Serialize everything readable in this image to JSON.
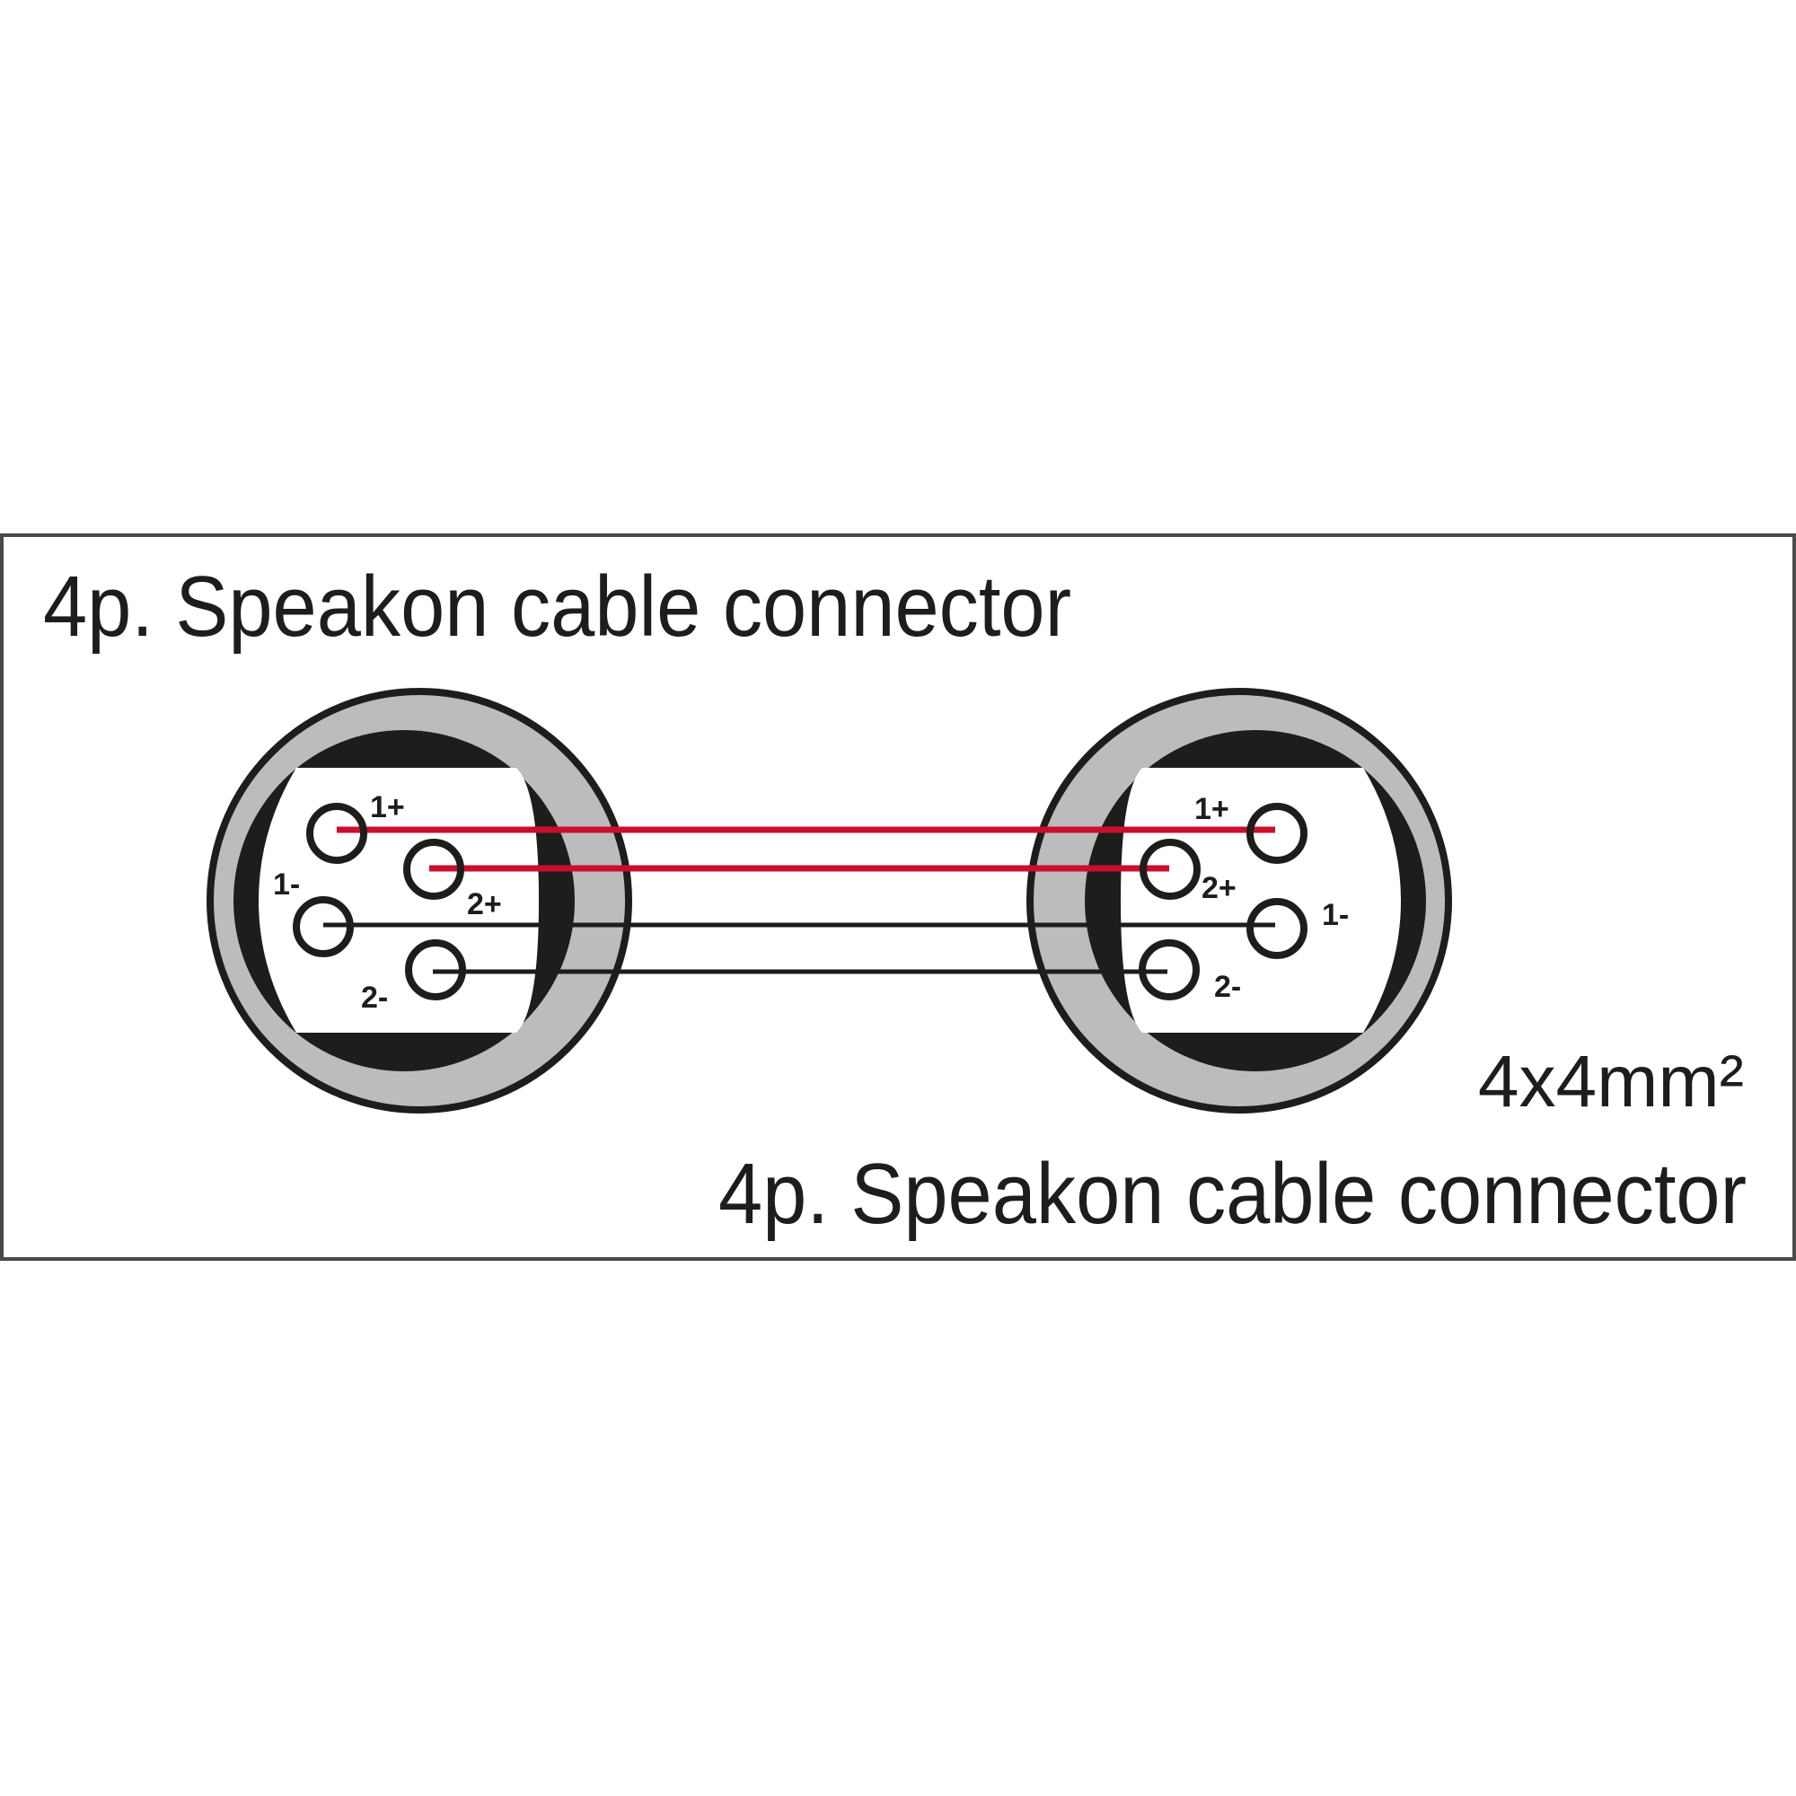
{
  "left_connector": {
    "title": "4p. Speakon cable connector",
    "pins": [
      {
        "id": "1+",
        "label": "1+"
      },
      {
        "id": "2+",
        "label": "2+"
      },
      {
        "id": "1-",
        "label": "1-"
      },
      {
        "id": "2-",
        "label": "2-"
      }
    ]
  },
  "right_connector": {
    "title": "4p. Speakon cable connector",
    "pins": [
      {
        "id": "1+",
        "label": "1+"
      },
      {
        "id": "2+",
        "label": "2+"
      },
      {
        "id": "1-",
        "label": "1-"
      },
      {
        "id": "2-",
        "label": "2-"
      }
    ]
  },
  "cable": {
    "spec": "4x4mm²",
    "wires": [
      {
        "from": "1+",
        "to": "1+",
        "color": "#c8102e"
      },
      {
        "from": "2+",
        "to": "2+",
        "color": "#c8102e"
      },
      {
        "from": "1-",
        "to": "1-",
        "color": "#1d1d1b"
      },
      {
        "from": "2-",
        "to": "2-",
        "color": "#1d1d1b"
      }
    ]
  },
  "colors": {
    "positive_wire": "#c8102e",
    "negative_wire": "#1d1d1b",
    "connector_shell": "#bcbcbc",
    "connector_ring": "#1d1d1b",
    "frame_border": "#4a4a4a"
  }
}
